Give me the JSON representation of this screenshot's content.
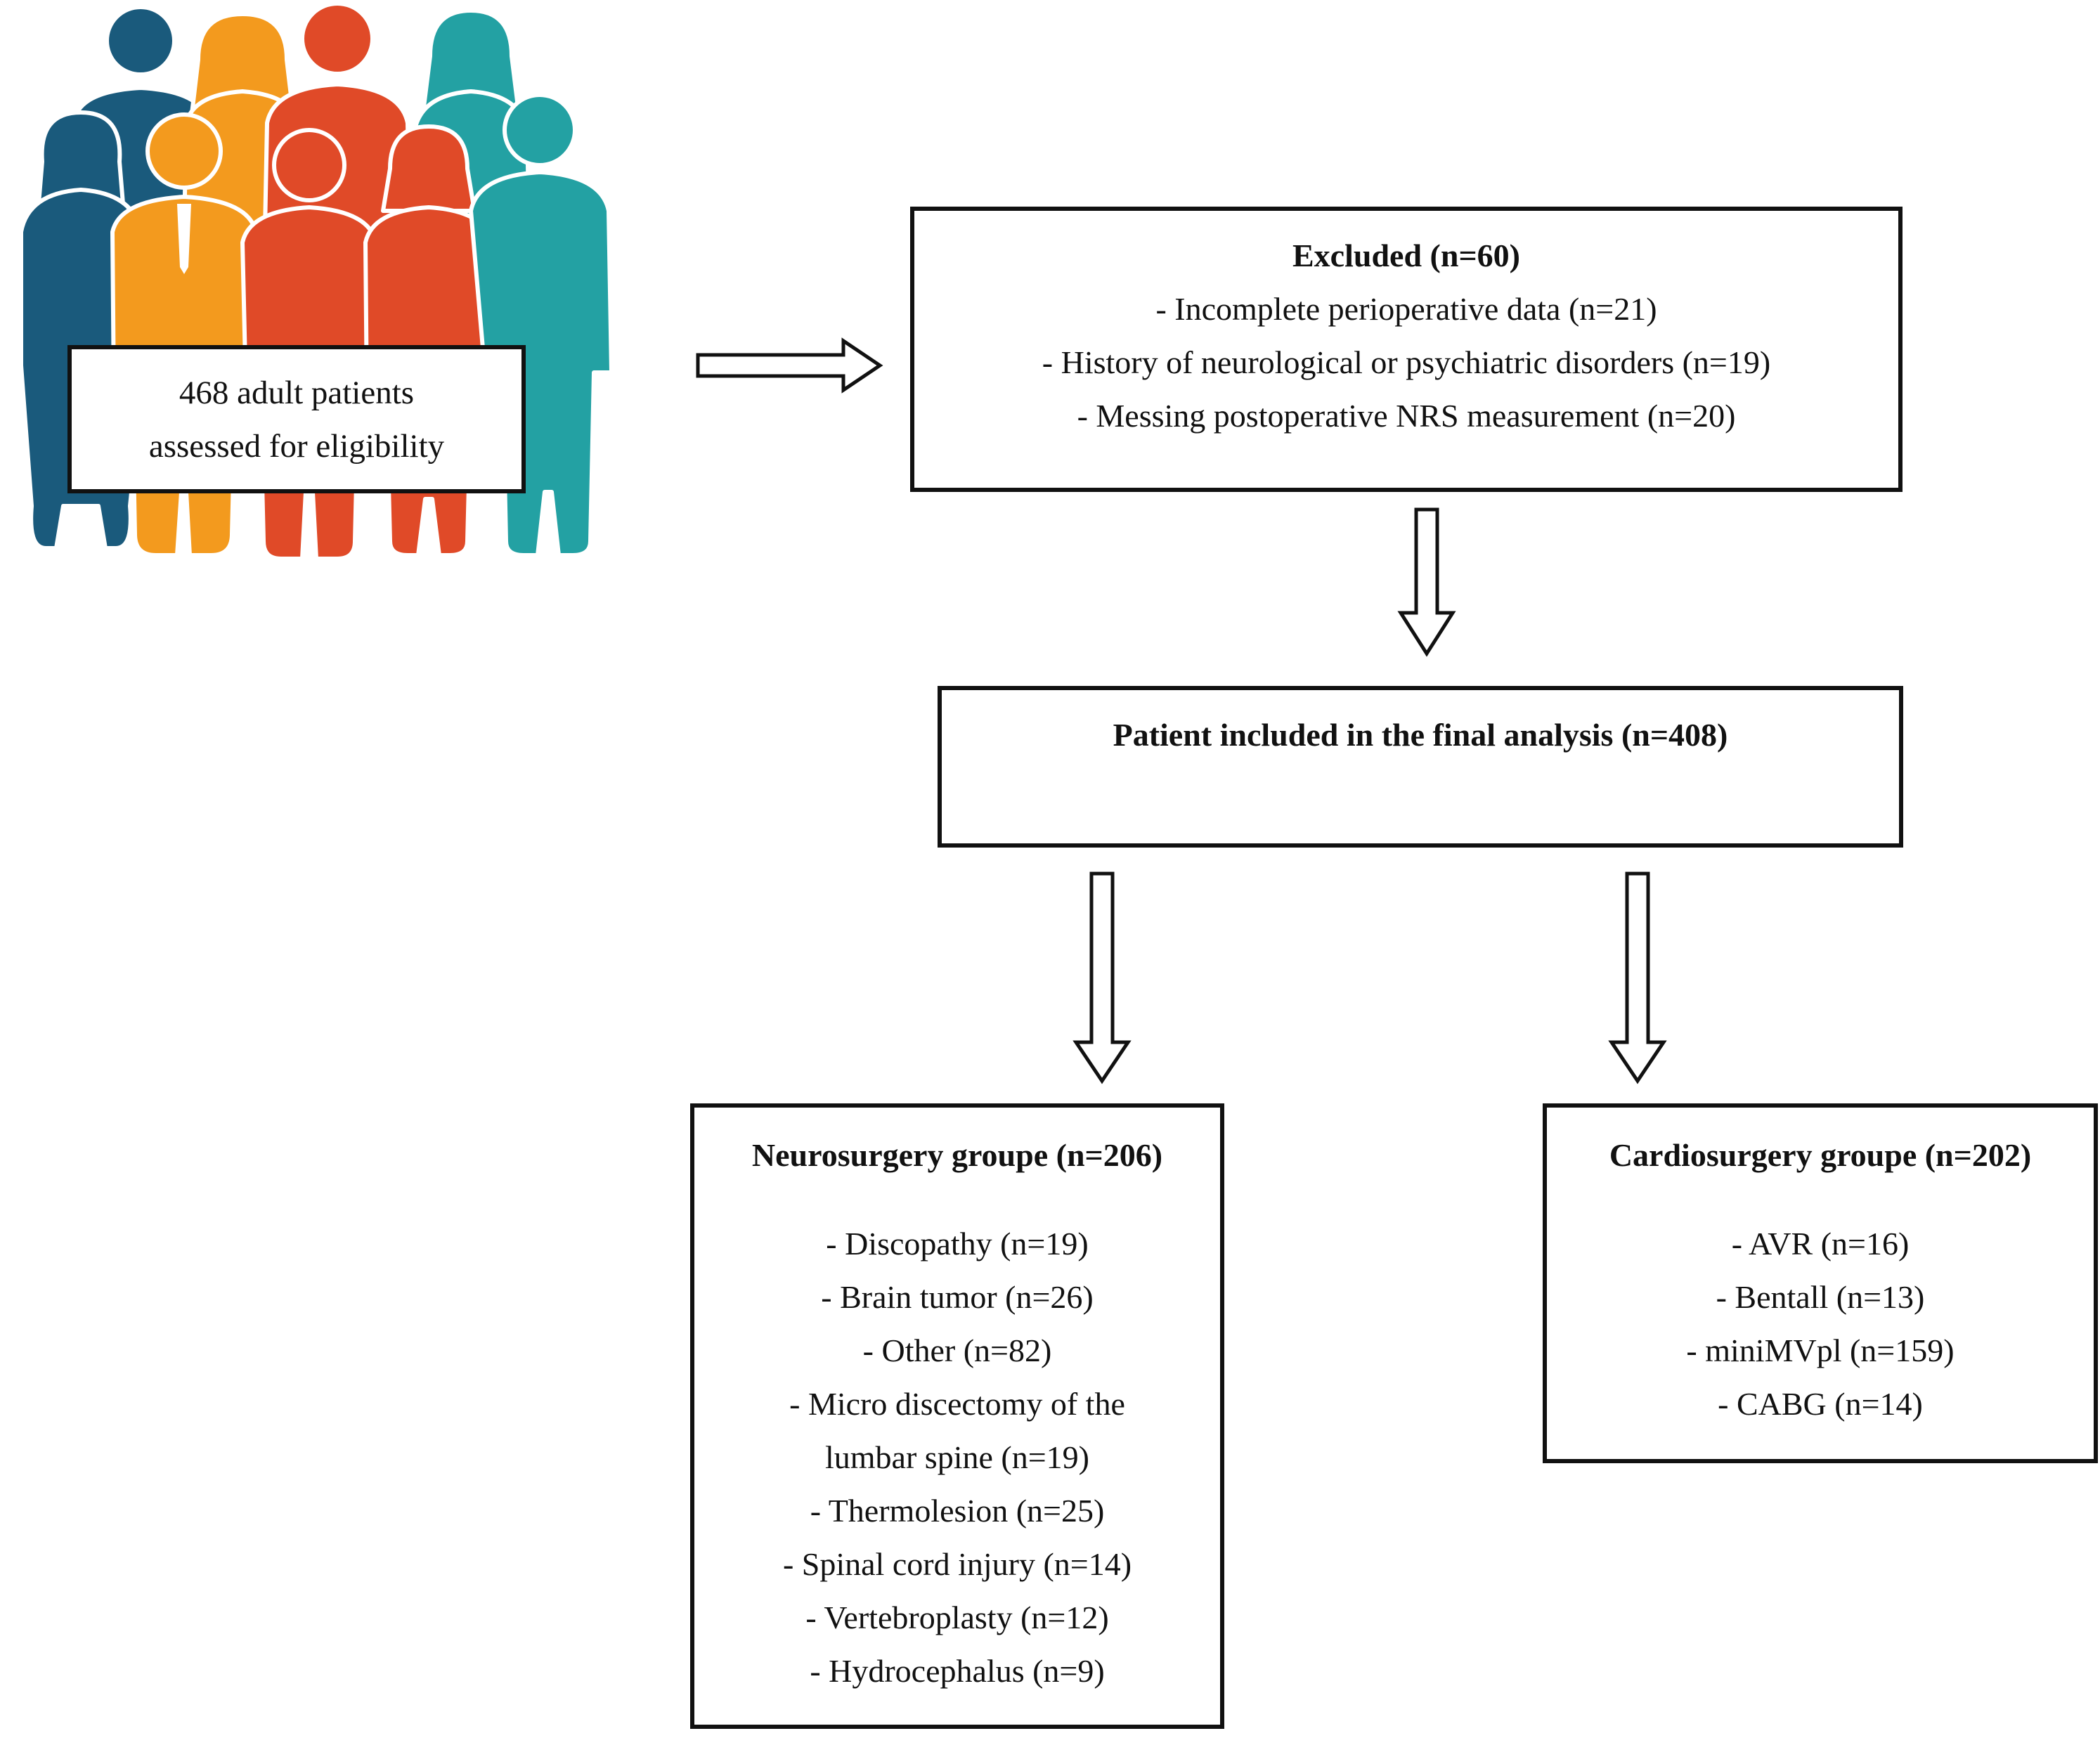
{
  "colors": {
    "navy": "#1a5a7c",
    "orange": "#f39a1e",
    "red": "#e04a28",
    "teal": "#23a1a3",
    "border": "#111111"
  },
  "illustration": {
    "icon": "people-group-icon"
  },
  "assessed": {
    "lines": [
      "468 adult patients",
      "assessed for eligibility"
    ]
  },
  "excluded": {
    "title": "Excluded (n=60)",
    "items": [
      "- Incomplete perioperative data (n=21)",
      "- History of neurological or psychiatric disorders (n=19)",
      "- Messing postoperative NRS measurement (n=20)"
    ]
  },
  "included": {
    "title": "Patient included in the final analysis (n=408)"
  },
  "neurosurgery": {
    "title": "Neurosurgery groupe (n=206)",
    "items": [
      "- Discopathy (n=19)",
      "- Brain tumor (n=26)",
      "- Other (n=82)",
      "- Micro discectomy of the",
      "lumbar spine (n=19)",
      "- Thermolesion (n=25)",
      "- Spinal cord injury (n=14)",
      "- Vertebroplasty (n=12)",
      "- Hydrocephalus (n=9)"
    ]
  },
  "cardiosurgery": {
    "title": "Cardiosurgery groupe (n=202)",
    "items": [
      "- AVR (n=16)",
      "- Bentall (n=13)",
      "- miniMVpl (n=159)",
      "- CABG (n=14)"
    ]
  }
}
